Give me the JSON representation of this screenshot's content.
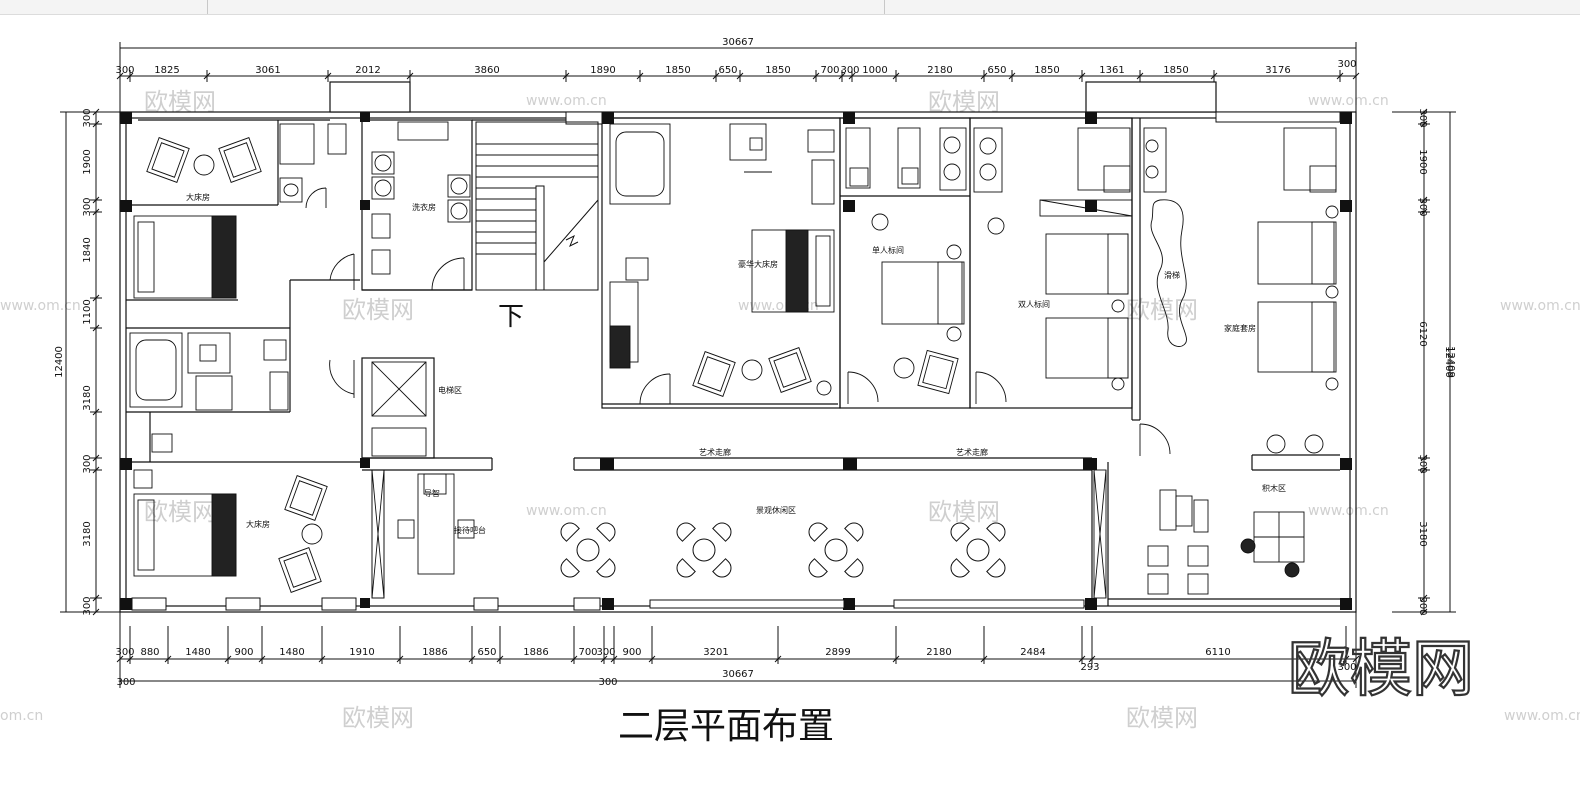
{
  "drawing": {
    "title": "二层平面布置",
    "brand_mark": "欧模网",
    "watermark_text": "欧模网",
    "watermark_url": "www.om.cn",
    "watermark_url_partial": "om.cn",
    "stair_mark": "下"
  },
  "dimensions": {
    "total_width": "30667",
    "total_width_bottom": "30667",
    "top_row": [
      "300",
      "1825",
      "3061",
      "2012",
      "3860",
      "1890",
      "1850",
      "650",
      "1850",
      "700",
      "300",
      "1000",
      "2180",
      "650",
      "1850",
      "1361",
      "1850",
      "3176",
      "300"
    ],
    "bottom_row": [
      "300",
      "880",
      "1480",
      "900",
      "1480",
      "1910",
      "1886",
      "650",
      "1886",
      "700",
      "300",
      "900",
      "3201",
      "2899",
      "2180",
      "2484",
      "293",
      "6110",
      "300"
    ],
    "bottom_start": "300",
    "bottom_mid": "300",
    "left_total": "12400",
    "left_row": [
      "300",
      "1900",
      "300",
      "1840",
      "1100",
      "3180",
      "300",
      "3180",
      "300"
    ],
    "right_total": "12400",
    "right_total_overlap": "12409",
    "right_row": [
      "300",
      "1900",
      "300",
      "6120",
      "300",
      "3180",
      "300"
    ]
  },
  "rooms": {
    "bedroom_top": "大床房",
    "laundry": "洗衣房",
    "deluxe_room": "豪华大床房",
    "single_standard": "单人标间",
    "double_standard": "双人标间",
    "slide": "滑梯",
    "family_suite": "家庭套房",
    "elevator": "电梯区",
    "art_corridor_1": "艺术走廊",
    "art_corridor_2": "艺术走廊",
    "lounge": "景观休闲区",
    "building_blocks": "积木区",
    "bedroom_bottom": "大床房",
    "guide": "导智",
    "reception_bar": "接待吧台"
  },
  "colors": {
    "line": "#111111",
    "wall": "#111111",
    "watermark": "#cfcfcf",
    "toolbar": "#f4f4f4"
  }
}
